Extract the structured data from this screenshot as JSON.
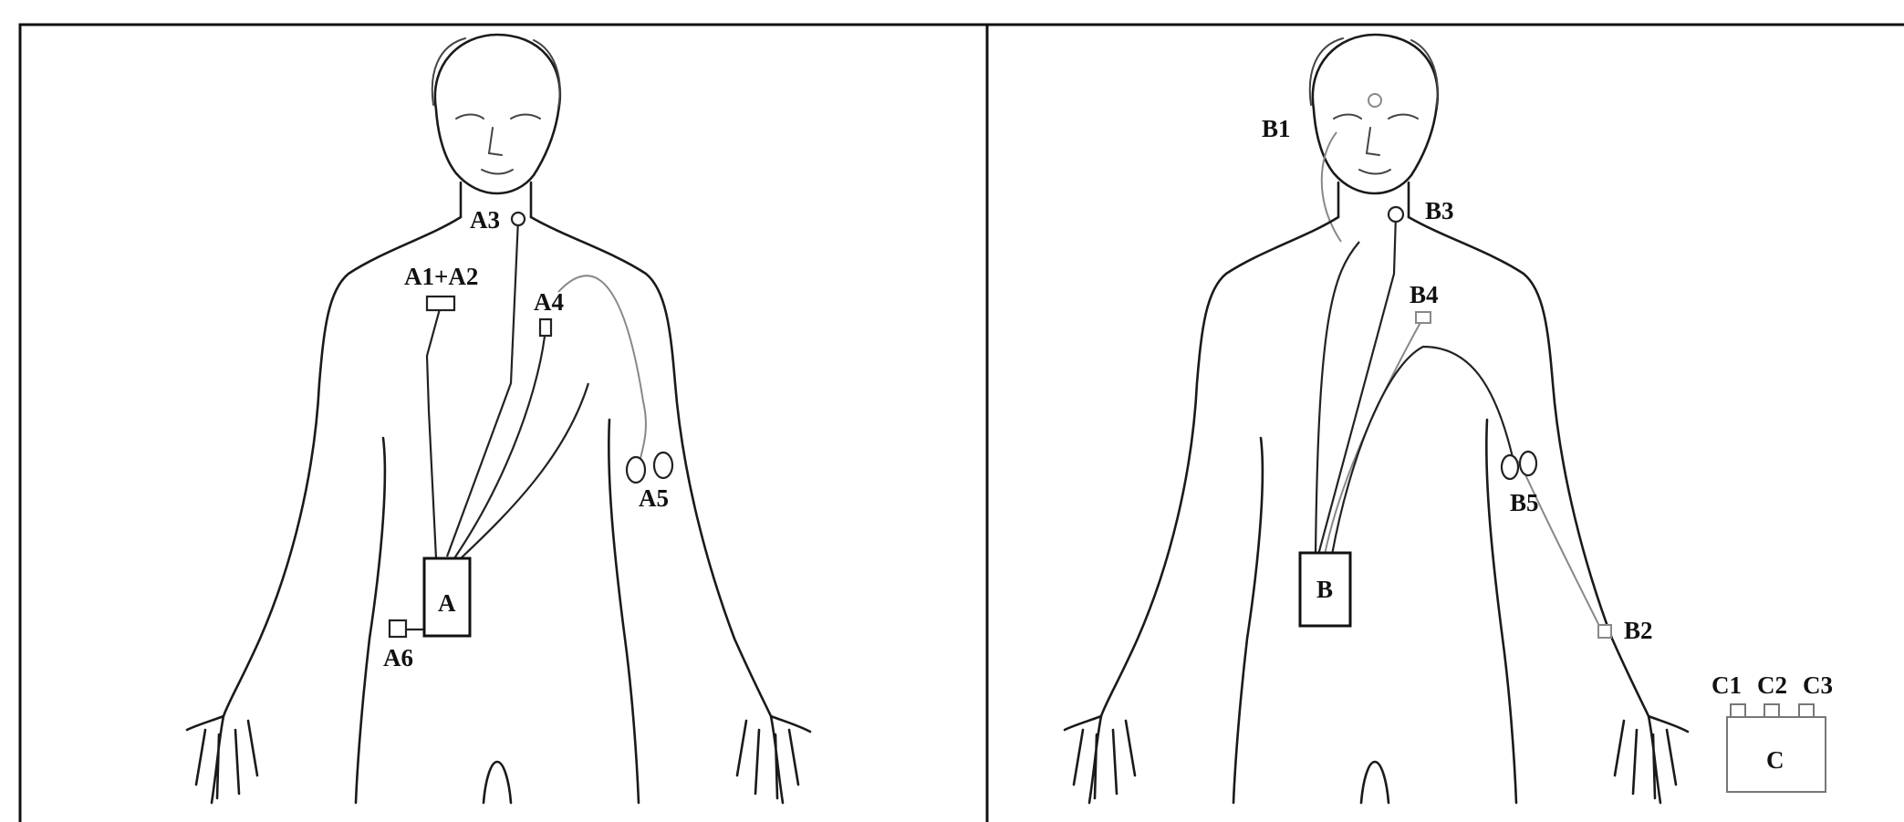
{
  "panel_a": {
    "labels": {
      "a3": "A3",
      "a1_a2": "A1+A2",
      "a4": "A4",
      "a5": "A5",
      "a6": "A6",
      "device": "A"
    }
  },
  "panel_b": {
    "labels": {
      "b1": "B1",
      "b3": "B3",
      "b4": "B4",
      "b5": "B5",
      "b2": "B2",
      "device": "B"
    }
  },
  "station_c": {
    "labels": {
      "c1": "C1",
      "c2": "C2",
      "c3": "C3",
      "device": "C"
    }
  }
}
